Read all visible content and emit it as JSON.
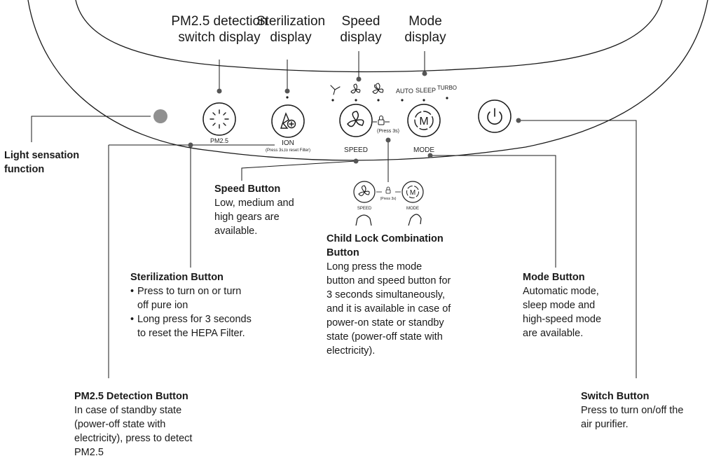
{
  "colors": {
    "line": "#1a1a1a",
    "dot": "#4d4d4d",
    "light_sensor": "#909090",
    "background": "#ffffff"
  },
  "headers": {
    "pm25": [
      "PM2.5 detection",
      "switch display"
    ],
    "sterilization": [
      "Sterilization",
      "display"
    ],
    "speed": [
      "Speed",
      "display"
    ],
    "mode": [
      "Mode",
      "display"
    ]
  },
  "panel": {
    "buttons": [
      {
        "key": "pm25",
        "icon": "pm25-sparkle-icon",
        "label": "PM2.5"
      },
      {
        "key": "ion",
        "icon": "ion-leaf-icon",
        "label": "ION",
        "sublabel": "(Press 3s,to reset Filter)"
      },
      {
        "key": "speed",
        "icon": "fan-icon",
        "label": "SPEED"
      },
      {
        "key": "mode",
        "icon": "m-icon",
        "label": "MODE"
      },
      {
        "key": "power",
        "icon": "power-icon",
        "label": ""
      }
    ],
    "lock_hint": "(Press 3s)",
    "mode_words": [
      "AUTO",
      "SLEEP",
      "TURBO"
    ]
  },
  "mini_panel": {
    "speed_label": "SPEED",
    "mode_label": "MODE",
    "lock_hint": "(Press 3s)"
  },
  "callouts": {
    "light": {
      "title_lines": [
        "Light sensation",
        "function"
      ]
    },
    "speed_button": {
      "title": "Speed Button",
      "desc": "Low, medium and\nhigh gears are\navailable."
    },
    "sterilization_button": {
      "title": "Sterilization Button",
      "bullets": [
        "Press to turn on or turn\noff pure ion",
        "Long press for 3 seconds\nto reset the HEPA Filter."
      ]
    },
    "child_lock": {
      "title": "Child Lock Combination\nButton",
      "desc": "Long press the mode\nbutton and speed button for\n3 seconds simultaneously,\nand it is available in case of\npower-on state or standby\nstate (power-off state with\nelectricity)."
    },
    "mode_button": {
      "title": "Mode Button",
      "desc": "Automatic mode,\nsleep mode and\nhigh-speed mode\nare available."
    },
    "pm25_button": {
      "title": "PM2.5 Detection Button",
      "desc": "In case of standby state\n(power-off state with\nelectricity), press to detect\nPM2.5"
    },
    "switch_button": {
      "title": "Switch Button",
      "desc": "Press to turn on/off the\nair purifier."
    }
  }
}
